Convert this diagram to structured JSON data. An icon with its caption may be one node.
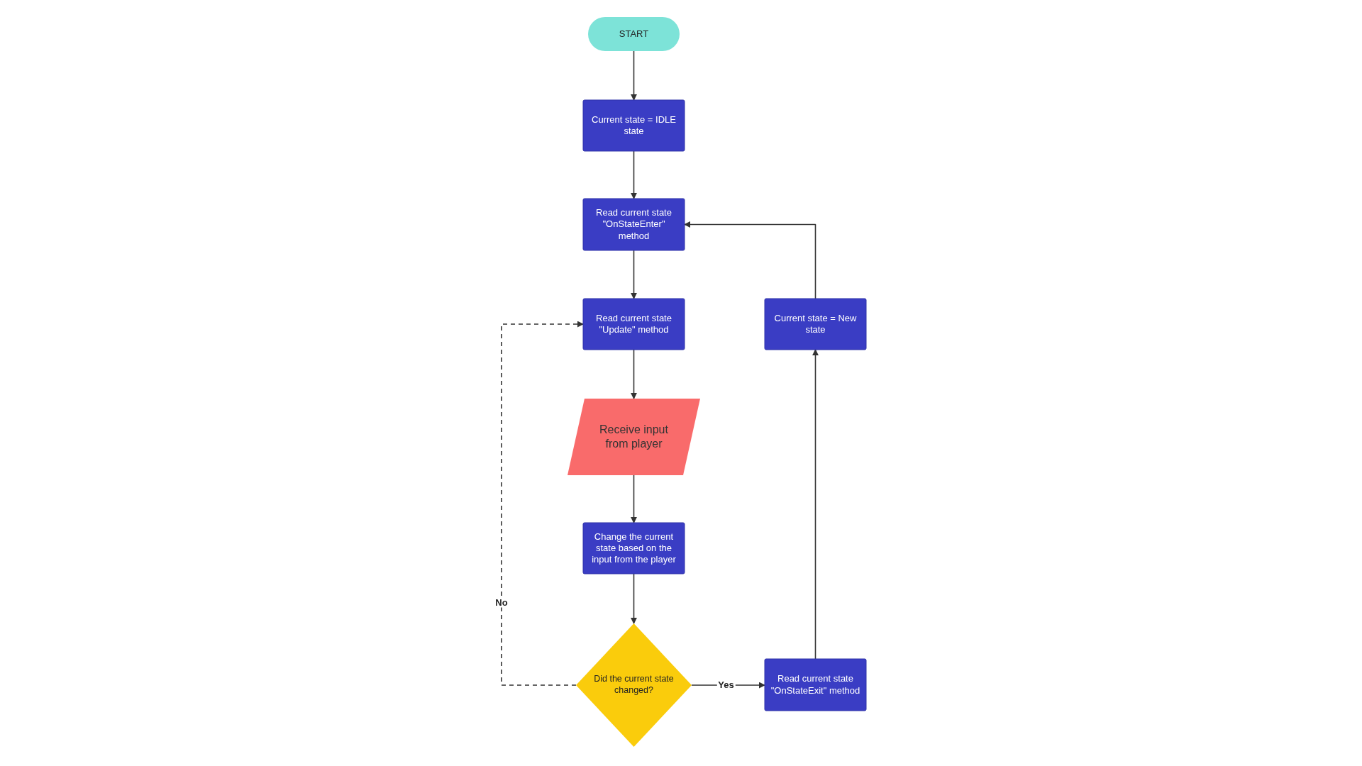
{
  "diagram": {
    "nodes": [
      {
        "text": [
          "START"
        ]
      },
      {
        "text": [
          "Current state = IDLE state"
        ]
      },
      {
        "text": [
          "Read current state \"OnStateEnter\" method"
        ]
      },
      {
        "text": [
          "Read current state \"Update\" method"
        ]
      },
      {
        "text": [
          "Receive input from player"
        ]
      },
      {
        "text": [
          "Change the current state based on the input from the player"
        ]
      },
      {
        "text": [
          "Did the current state changed?"
        ]
      },
      {
        "text": [
          "Read current state \"OnStateExit\" method"
        ]
      },
      {
        "text": [
          "Current state = New state"
        ]
      }
    ],
    "edges": [
      {
        "from": 0,
        "to": 1,
        "arrow": "to"
      },
      {
        "from": 1,
        "to": 2,
        "arrow": "to"
      },
      {
        "from": 2,
        "to": 3,
        "arrow": "to"
      },
      {
        "from": 3,
        "to": 4,
        "arrow": "to"
      },
      {
        "from": 4,
        "to": 5,
        "arrow": "to"
      },
      {
        "from": 5,
        "to": 6,
        "arrow": "to"
      },
      {
        "from": 6,
        "to": 7,
        "arrow": "to",
        "label": "Yes"
      },
      {
        "from": 7,
        "to": 8,
        "arrow": "to"
      },
      {
        "from": 8,
        "to": 2,
        "arrow": "to"
      },
      {
        "from": 6,
        "to": 3,
        "arrow": "to",
        "label": "No",
        "style": "dashed"
      }
    ]
  }
}
